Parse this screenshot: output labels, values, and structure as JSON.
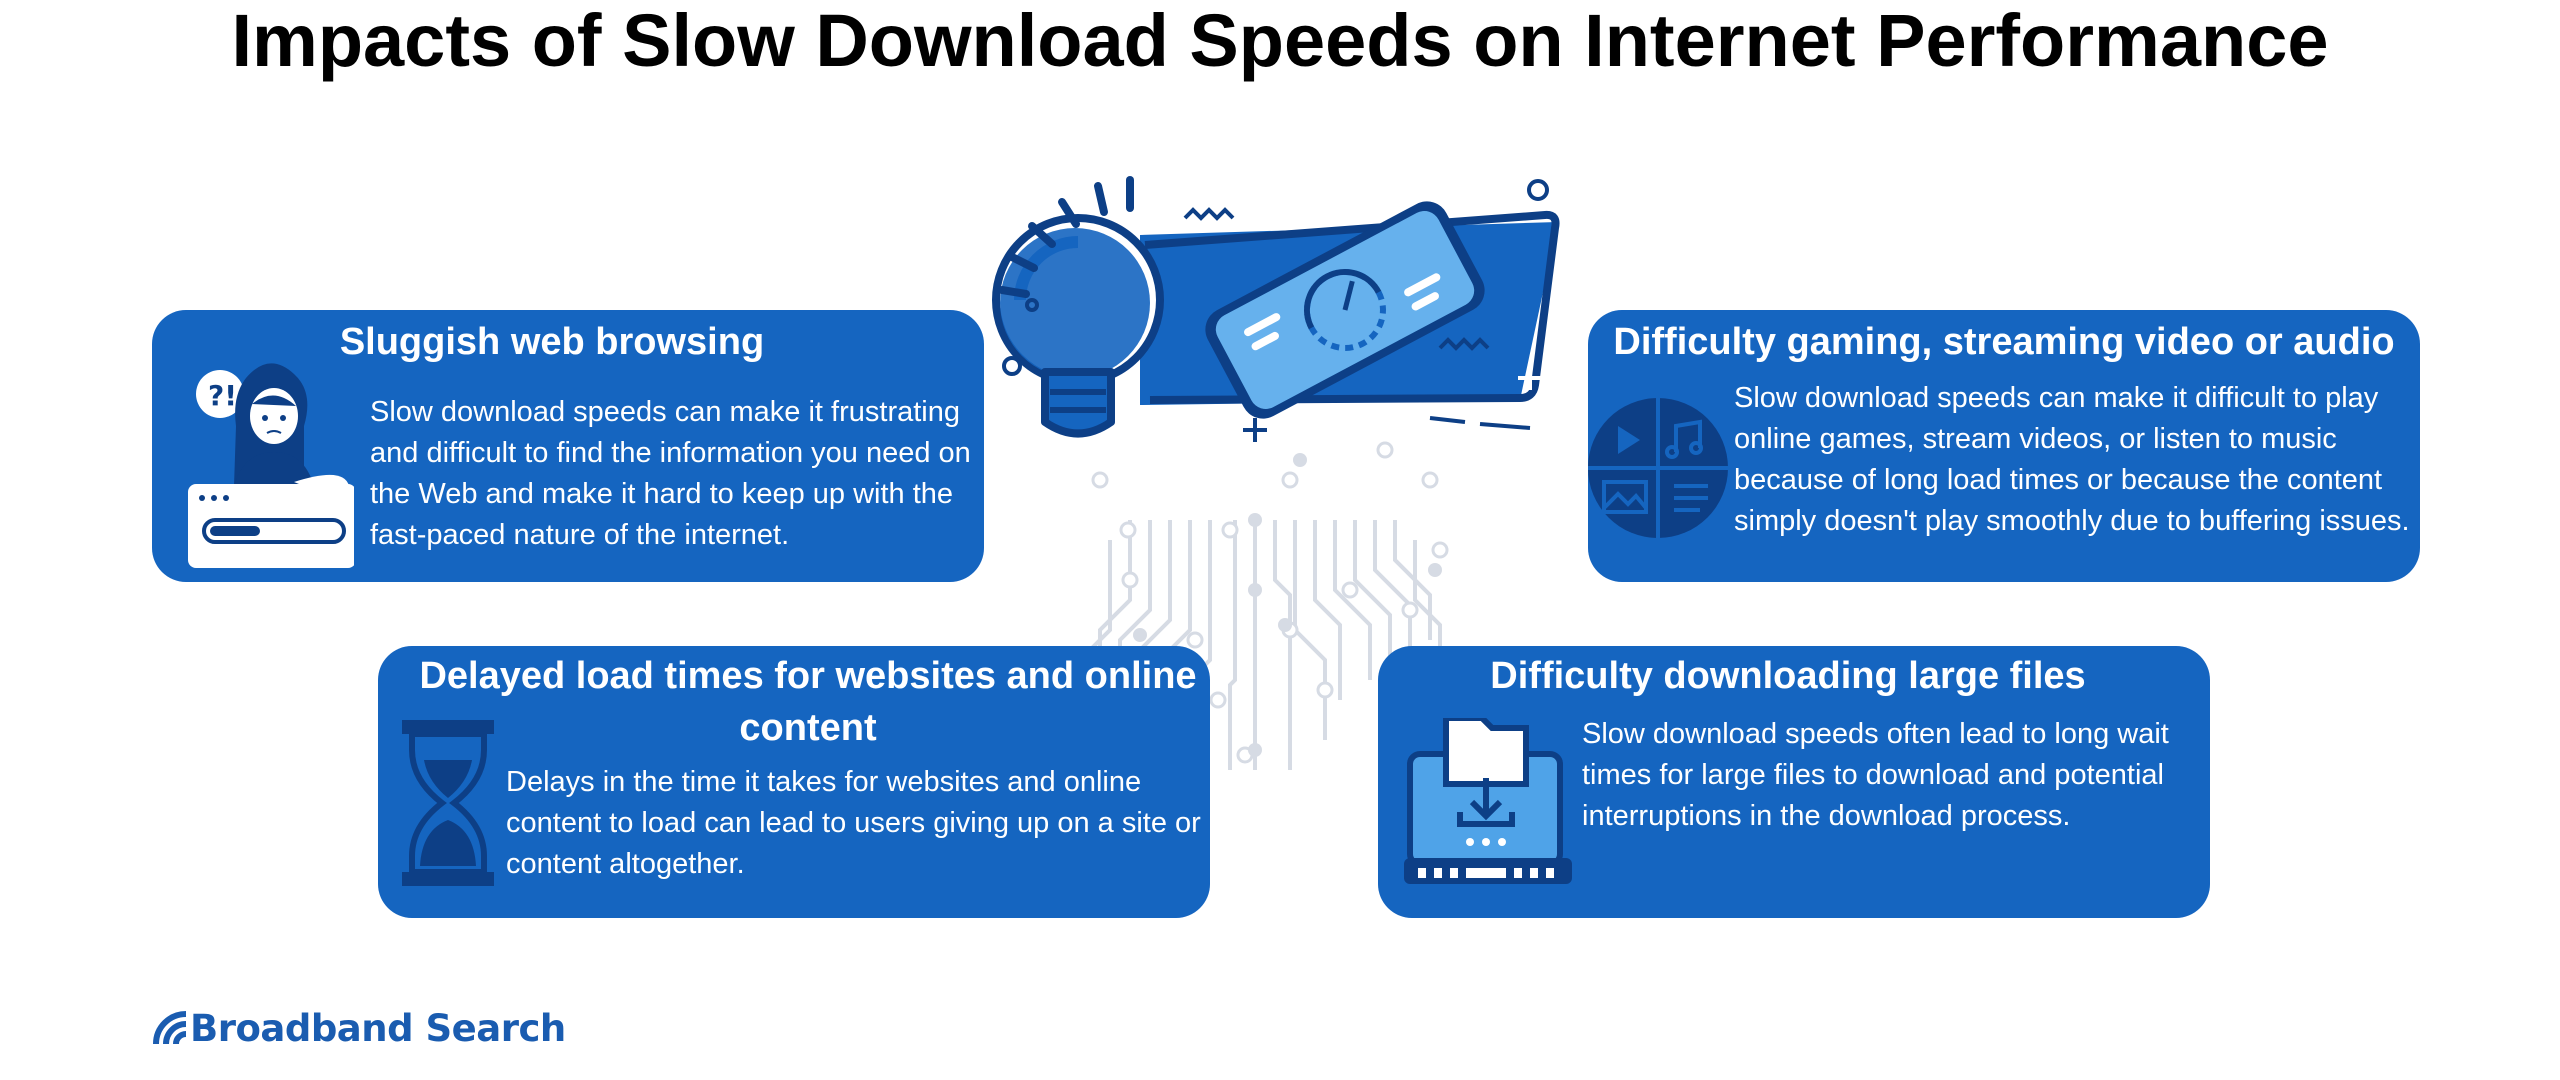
{
  "header": {
    "title": "Impacts of Slow Download Speeds on Internet Performance"
  },
  "colors": {
    "card_background": "#1565c0",
    "icon_dark": "#0d3f86",
    "icon_light": "#ffffff",
    "circuit_lines": "#d6dbe4",
    "logo_blue": "#1a5cb0"
  },
  "cards": [
    {
      "title": "Sluggish web browsing",
      "text": "Slow download speeds can make it frustrating and difficult to find the information you need on the Web and make it hard to keep up with the fast-paced nature of the internet.",
      "icon": "frustrated-user-loading-icon"
    },
    {
      "title": "Difficulty gaming, streaming video or audio",
      "text": "Slow download speeds can make it difficult to play online games, stream videos, or listen to music because of long load times or because the content simply doesn't play smoothly due to buffering issues.",
      "icon": "media-grid-icon"
    },
    {
      "title": "Delayed load times for websites and online content",
      "text": "Delays in the time it takes for websites and online content to load can lead to users giving up on a site or content altogether.",
      "icon": "hourglass-icon"
    },
    {
      "title": "Difficulty downloading large files",
      "text": "Slow download speeds often lead to long wait times for large files to download and potential interruptions in the download process.",
      "icon": "laptop-download-icon"
    }
  ],
  "hero": {
    "icon": "lightbulb-phone-speedometer-icon"
  },
  "logo": {
    "text": "Broadband Search",
    "icon": "wifi-arc-icon"
  }
}
